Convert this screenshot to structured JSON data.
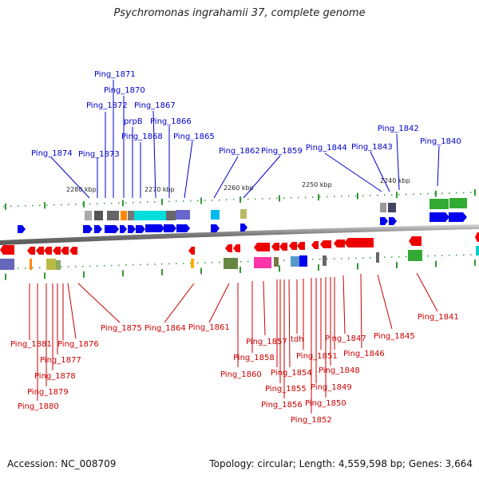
{
  "title": "Psychromonas ingrahamii 37, complete genome",
  "footer": {
    "accession": "Accession: NC_008709",
    "topology": "Topology: circular; Length: 4,559,598 bp; Genes: 3,664"
  },
  "scale_labels": [
    "2280 kbp",
    "2270 kbp",
    "2260 kbp",
    "2250 kbp",
    "2240 kbp"
  ],
  "forward_genes": [
    "Ping_1874",
    "Ping_1873",
    "Ping_1872",
    "Ping_1871",
    "Ping_1870",
    "prpB",
    "Ping_1868",
    "Ping_1867",
    "Ping_1866",
    "Ping_1865",
    "Ping_1862",
    "Ping_1859",
    "Ping_1844",
    "Ping_1843",
    "Ping_1842",
    "Ping_1840"
  ],
  "reverse_genes": [
    "Ping_1881",
    "Ping_1880",
    "Ping_1879",
    "Ping_1878",
    "Ping_1877",
    "Ping_1876",
    "Ping_1875",
    "Ping_1864",
    "Ping_1861",
    "Ping_1860",
    "Ping_1858",
    "Ping_1857",
    "Ping_1856",
    "Ping_1855",
    "Ping_1854",
    "tdh",
    "Ping_1852",
    "Ping_1851",
    "Ping_1850",
    "Ping_1849",
    "Ping_1848",
    "Ping_1847",
    "Ping_1846",
    "Ping_1845",
    "Ping_1841"
  ],
  "colors": {
    "forward_label": "#0000cc",
    "reverse_label": "#cc0000",
    "forward_arrow": "#0000ee",
    "reverse_arrow": "#ee0000",
    "backbone": "#888888",
    "tick": "#339933"
  }
}
